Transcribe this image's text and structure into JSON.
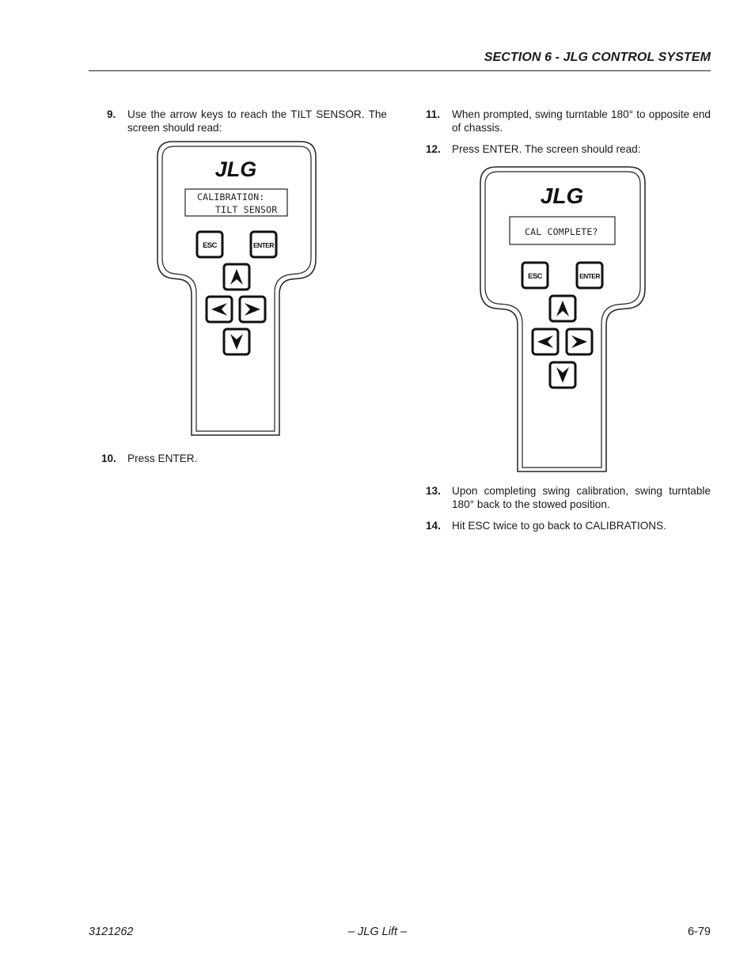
{
  "header": {
    "title": "SECTION 6 - JLG CONTROL SYSTEM"
  },
  "steps": [
    {
      "num": "9.",
      "text": "Use the arrow keys to reach the TILT SENSOR. The screen should read:"
    },
    {
      "num": "10.",
      "text": "Press ENTER."
    },
    {
      "num": "11.",
      "text": "When prompted, swing turntable 180° to opposite end of chassis."
    },
    {
      "num": "12.",
      "text": "Press ENTER. The screen should read:"
    },
    {
      "num": "13.",
      "text": "Upon completing swing calibration, swing turntable 180° back to the stowed position."
    },
    {
      "num": "14.",
      "text": "Hit ESC twice to go back to CALIBRATIONS."
    }
  ],
  "pendant_left": {
    "logo": "JLG",
    "display_line1": "CALIBRATION:",
    "display_line2": "TILT SENSOR",
    "esc_label": "ESC",
    "enter_label": "ENTER"
  },
  "pendant_right": {
    "logo": "JLG",
    "display_line1": "CAL COMPLETE?",
    "esc_label": "ESC",
    "enter_label": "ENTER"
  },
  "footer": {
    "doc_number": "3121262",
    "center": "– JLG Lift –",
    "page": "6-79"
  }
}
